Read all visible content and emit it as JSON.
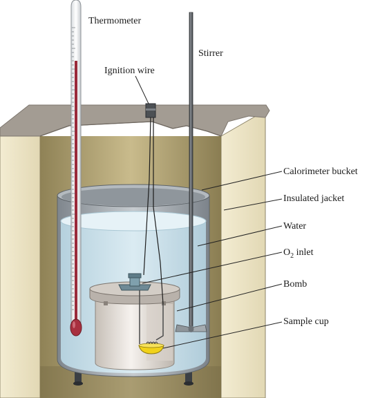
{
  "labels": {
    "thermometer": "Thermometer",
    "stirrer": "Stirrer",
    "ignition_wire": "Ignition wire",
    "calorimeter_bucket": "Calorimeter bucket",
    "insulated_jacket": "Insulated jacket",
    "water": "Water",
    "o2_inlet_main": "O",
    "o2_inlet_sub": "2",
    "o2_inlet_rest": " inlet",
    "bomb": "Bomb",
    "sample_cup": "Sample cup"
  },
  "colors": {
    "jacket_top": "#a39c93",
    "jacket_outer": "#efe6c6",
    "jacket_inner": "#b7a877",
    "water": "#cfe5ef",
    "bucket_rim": "#9fa5aa",
    "bomb_body": "#e9e4df",
    "mercury": "#9a2a3a",
    "sample_cup": "#f1d21a"
  }
}
